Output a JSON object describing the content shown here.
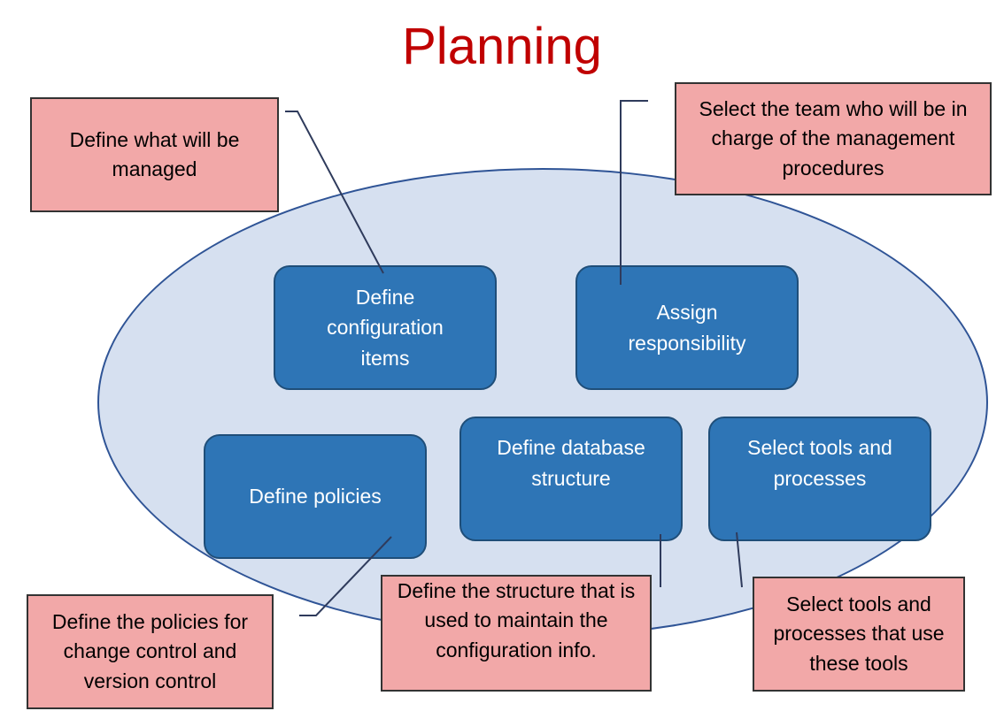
{
  "title": "Planning",
  "colors": {
    "title": "#c00000",
    "ellipse_fill": "#d6e0f0",
    "activity_fill": "#2e75b6",
    "note_fill": "#f2a8a8"
  },
  "activities": {
    "define_configuration_items": "Define configuration items",
    "assign_responsibility": "Assign responsibility",
    "define_policies": "Define policies",
    "define_database_structure": "Define database structure",
    "select_tools_and_processes": "Select tools and processes"
  },
  "notes": {
    "define_what_managed": "Define what will be managed",
    "select_team": "Select the team who will be in charge of the management procedures",
    "define_policies_detail": "Define the policies for change control and version control",
    "define_structure_detail": "Define the structure that is used to maintain the configuration info.",
    "select_tools_detail": "Select tools and processes that use these tools"
  }
}
